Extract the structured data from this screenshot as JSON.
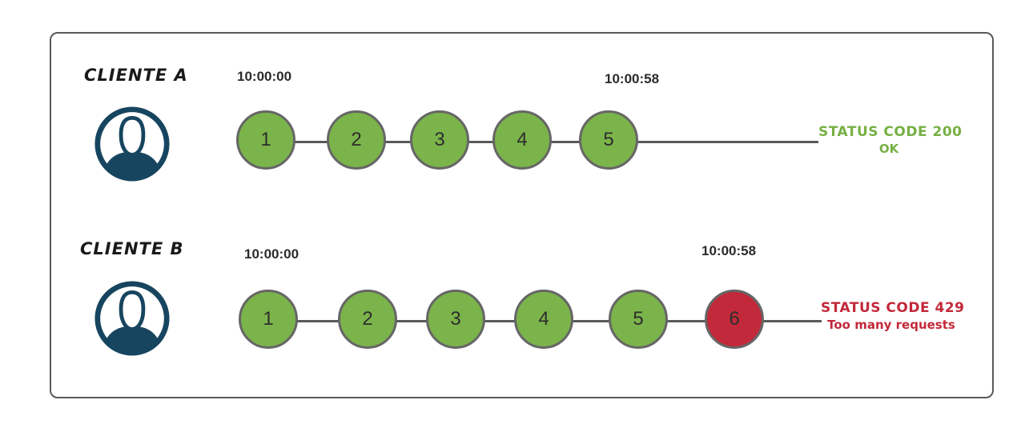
{
  "panel": {
    "border_color": "#595959",
    "background": "#ffffff"
  },
  "rows": [
    {
      "client_label": "CLIENTE A",
      "avatar_icon": "user-avatar-icon",
      "timestamps": {
        "start": "10:00:00",
        "end": "10:00:58"
      },
      "requests": [
        {
          "label": "1",
          "state": "ok"
        },
        {
          "label": "2",
          "state": "ok"
        },
        {
          "label": "3",
          "state": "ok"
        },
        {
          "label": "4",
          "state": "ok"
        },
        {
          "label": "5",
          "state": "ok"
        }
      ],
      "status": {
        "line1": "STATUS CODE 200",
        "line2": "OK",
        "color": "#76b043"
      }
    },
    {
      "client_label": "CLIENTE B",
      "avatar_icon": "user-avatar-icon",
      "timestamps": {
        "start": "10:00:00",
        "end": "10:00:58"
      },
      "requests": [
        {
          "label": "1",
          "state": "ok"
        },
        {
          "label": "2",
          "state": "ok"
        },
        {
          "label": "3",
          "state": "ok"
        },
        {
          "label": "4",
          "state": "ok"
        },
        {
          "label": "5",
          "state": "ok"
        },
        {
          "label": "6",
          "state": "blocked"
        }
      ],
      "status": {
        "line1": "STATUS CODE 429",
        "line2": "Too many requests",
        "color": "#c2293a"
      }
    }
  ],
  "colors": {
    "request_ok": "#7bb44a",
    "request_blocked": "#c2293a",
    "circle_border": "#666666",
    "timeline_line": "#595959",
    "avatar_stroke": "#17455f",
    "timestamp_text": "#2b2b2b",
    "client_label_text": "#1a1a1a"
  }
}
